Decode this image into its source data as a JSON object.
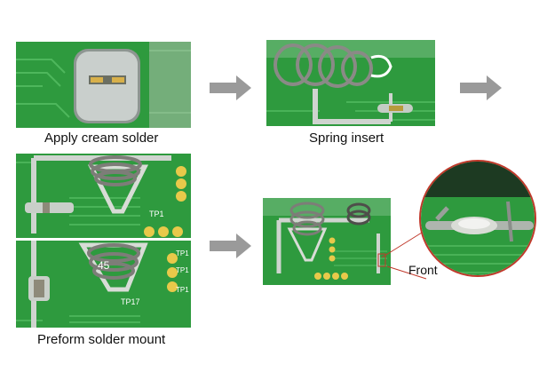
{
  "steps": {
    "apply_cream_solder": "Apply cream solder",
    "spring_insert": "Spring insert",
    "preform_solder_mount": "Preform solder mount"
  },
  "silkscreen": {
    "tp1_a": "TP1",
    "tp1_b": "TP1",
    "tp1_c": "TP1",
    "tp1_d": "TP1",
    "tp17": "TP17",
    "mark_45": "45"
  },
  "callout": {
    "front_label": "Front"
  },
  "colors": {
    "pcb_green": "#2e9a3e",
    "arrow_gray": "#9a9a9a",
    "callout_red": "#c0392b"
  }
}
